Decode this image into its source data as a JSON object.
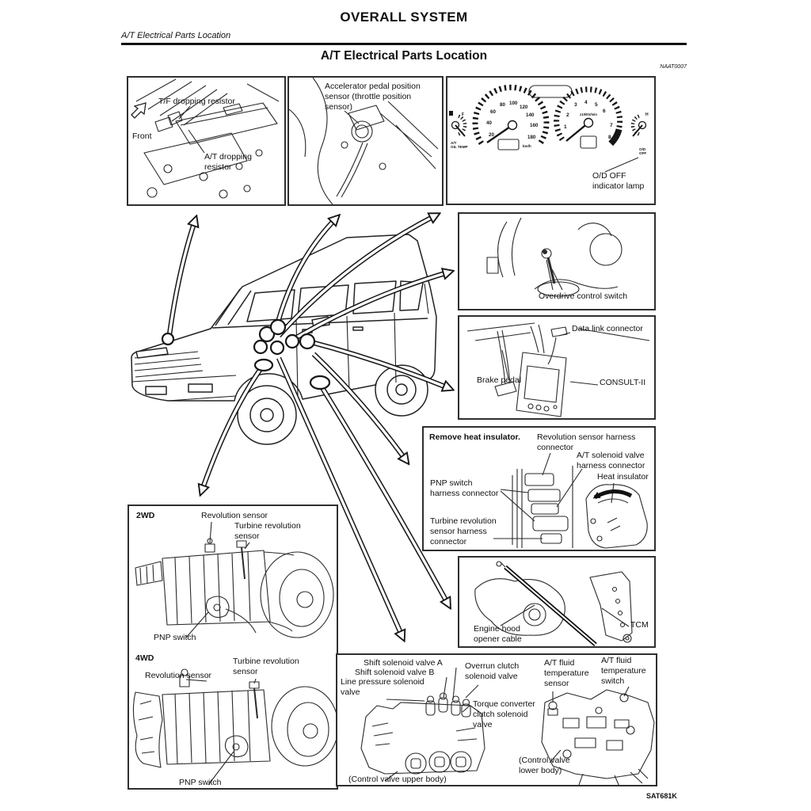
{
  "page": {
    "title": "OVERALL SYSTEM",
    "running_header": "A/T Electrical Parts Location",
    "section_title": "A/T Electrical Parts Location",
    "doc_code": "NAAT0007",
    "figure_code": "SAT681K",
    "ink_color": "#1a1a1a"
  },
  "panels": {
    "engine_bay": {
      "front_label": "Front",
      "tf_resistor": "T/F dropping resistor",
      "at_resistor": "A/T dropping\nresistor"
    },
    "accelerator": {
      "sensor": "Accelerator pedal position\nsensor (throttle position\nsensor)"
    },
    "cluster": {
      "od_off_indicator": "O/D\nOFF",
      "od_off_label": "O/D OFF\nindicator lamp",
      "speedo_units": "km/h",
      "tach_units": "x1000r/min",
      "fuel_full": "F",
      "temp_hot": "H",
      "at_oil_temp": "A/T\nOIL TEMP",
      "speedo_ticks": [
        "20",
        "40",
        "60",
        "80",
        "100",
        "120",
        "140",
        "160",
        "180"
      ],
      "tach_ticks": [
        "1",
        "2",
        "3",
        "4",
        "5",
        "6",
        "7",
        "8"
      ]
    },
    "overdrive": {
      "switch": "Overdrive control switch"
    },
    "consult": {
      "data_link": "Data link connector",
      "brake_pedal": "Brake pedal",
      "consult": "CONSULT-II"
    },
    "heat_insulator": {
      "heading": "Remove heat insulator.",
      "revolution": "Revolution sensor harness\nconnector",
      "at_solenoid": "A/T solenoid valve\nharness connector",
      "insulator": "Heat insulator",
      "pnp": "PNP switch\nharness connector",
      "turbine": "Turbine revolution\nsensor harness\nconnector"
    },
    "tcm": {
      "hood_cable": "Engine hood\nopener cable",
      "tcm": "TCM"
    },
    "transmission": {
      "wd2": "2WD",
      "wd4": "4WD",
      "rev2": "Revolution sensor",
      "turbine2": "Turbine revolution\nsensor",
      "pnp2": "PNP switch",
      "rev4": "Revolution sensor",
      "turbine4": "Turbine revolution\nsensor",
      "pnp4": "PNP switch"
    },
    "control_valve": {
      "shift_a": "Shift solenoid valve A",
      "shift_b": "Shift solenoid valve B",
      "line_pressure": "Line pressure solenoid\nvalve",
      "overrun": "Overrun clutch\nsolenoid valve",
      "torque_converter": "Torque converter\nclutch solenoid\nvalve",
      "fluid_temp_sensor": "A/T fluid\ntemperature\nsensor",
      "fluid_temp_switch": "A/T fluid\ntemperature\nswitch",
      "upper_body": "(Control valve upper body)",
      "lower_body": "(Control valve\nlower body)"
    }
  }
}
